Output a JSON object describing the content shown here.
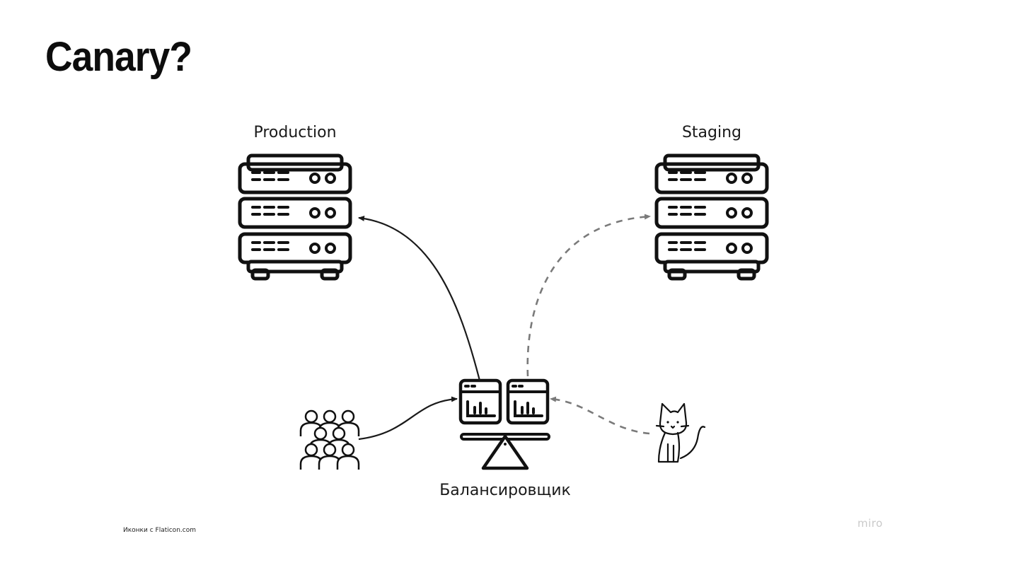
{
  "slide": {
    "title": "Canary?",
    "credit": "Иконки с Flaticon.com",
    "brand": "miro"
  },
  "diagram": {
    "nodes": [
      {
        "id": "production",
        "label": "Production",
        "icon": "server-rack-icon"
      },
      {
        "id": "staging",
        "label": "Staging",
        "icon": "server-rack-icon"
      },
      {
        "id": "balancer",
        "label": "Балансировщик",
        "icon": "load-balancer-scale-icon"
      },
      {
        "id": "users",
        "label": "",
        "icon": "crowd-icon"
      },
      {
        "id": "cat",
        "label": "",
        "icon": "cat-icon"
      }
    ],
    "edges": [
      {
        "from": "users",
        "to": "balancer",
        "style": "solid"
      },
      {
        "from": "balancer",
        "to": "production",
        "style": "solid"
      },
      {
        "from": "cat",
        "to": "balancer",
        "style": "dashed"
      },
      {
        "from": "balancer",
        "to": "staging",
        "style": "dashed"
      }
    ],
    "colors": {
      "solid": "#1a1a1a",
      "dashed": "#7a7a7a"
    }
  }
}
